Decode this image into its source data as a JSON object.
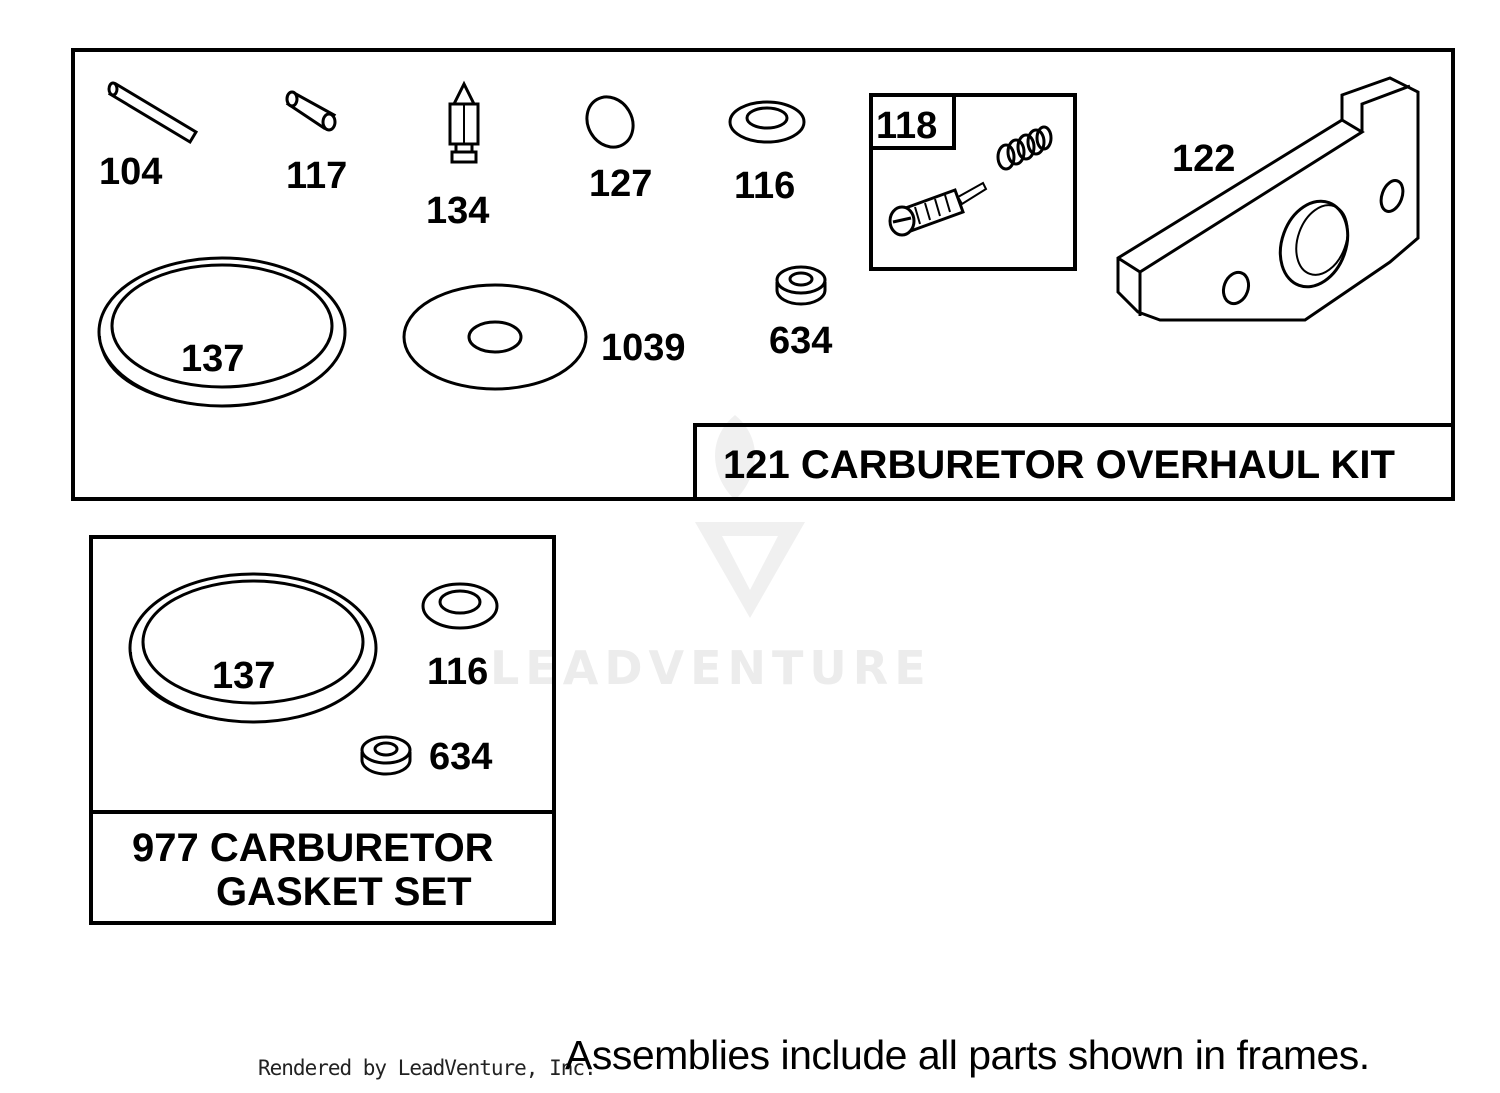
{
  "watermark": {
    "brand": "LEADVENTURE"
  },
  "overhaul_kit": {
    "title": "121 CARBURETOR OVERHAUL KIT",
    "parts": {
      "p104": "104",
      "p117": "117",
      "p134": "134",
      "p127": "127",
      "p116": "116",
      "p118": "118",
      "p122": "122",
      "p137": "137",
      "p1039": "1039",
      "p634": "634"
    }
  },
  "gasket_set": {
    "title_line1": "977 CARBURETOR",
    "title_line2": "GASKET SET",
    "parts": {
      "p137": "137",
      "p116": "116",
      "p634": "634"
    }
  },
  "footer": {
    "rendered_by": "Rendered by LeadVenture, Inc.",
    "note": "Assemblies include all parts shown in frames."
  }
}
